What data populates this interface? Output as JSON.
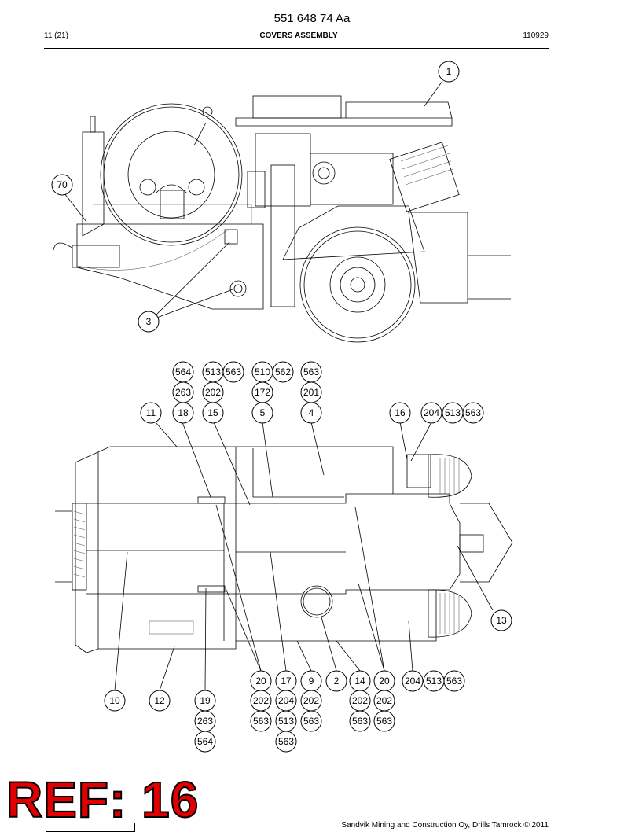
{
  "header": {
    "doc_number": "551 648 74 Aa",
    "page": "11 (21)",
    "title": "COVERS ASSEMBLY",
    "date": "110929"
  },
  "callouts_top": [
    "1",
    "70",
    "3"
  ],
  "callouts_bottom": {
    "group_564": [
      "564",
      "263",
      "18"
    ],
    "group_513": [
      "513",
      "563",
      "202",
      "15"
    ],
    "group_510": [
      "510",
      "562",
      "172",
      "5"
    ],
    "group_563": [
      "563",
      "201",
      "4"
    ],
    "item_11": "11",
    "item_16": "16",
    "group_204_top": [
      "204",
      "513",
      "563"
    ],
    "item_13": "13",
    "bottom_row": [
      "20",
      "17",
      "9",
      "2",
      "14",
      "20"
    ],
    "group_204_bottom": [
      "204",
      "513",
      "563"
    ],
    "item_10": "10",
    "item_12": "12",
    "stack_19": [
      "19",
      "263",
      "564"
    ],
    "stack_20a": [
      "202",
      "563"
    ],
    "stack_17": [
      "204",
      "513",
      "563"
    ],
    "stack_9": [
      "202",
      "563"
    ],
    "stack_14": [
      "202",
      "563"
    ],
    "stack_20b": [
      "202",
      "563"
    ]
  },
  "stamp": "REF: 16",
  "footer": {
    "copyright": "Sandvik Mining and Construction Oy, Drills Tamrock © 2011"
  }
}
